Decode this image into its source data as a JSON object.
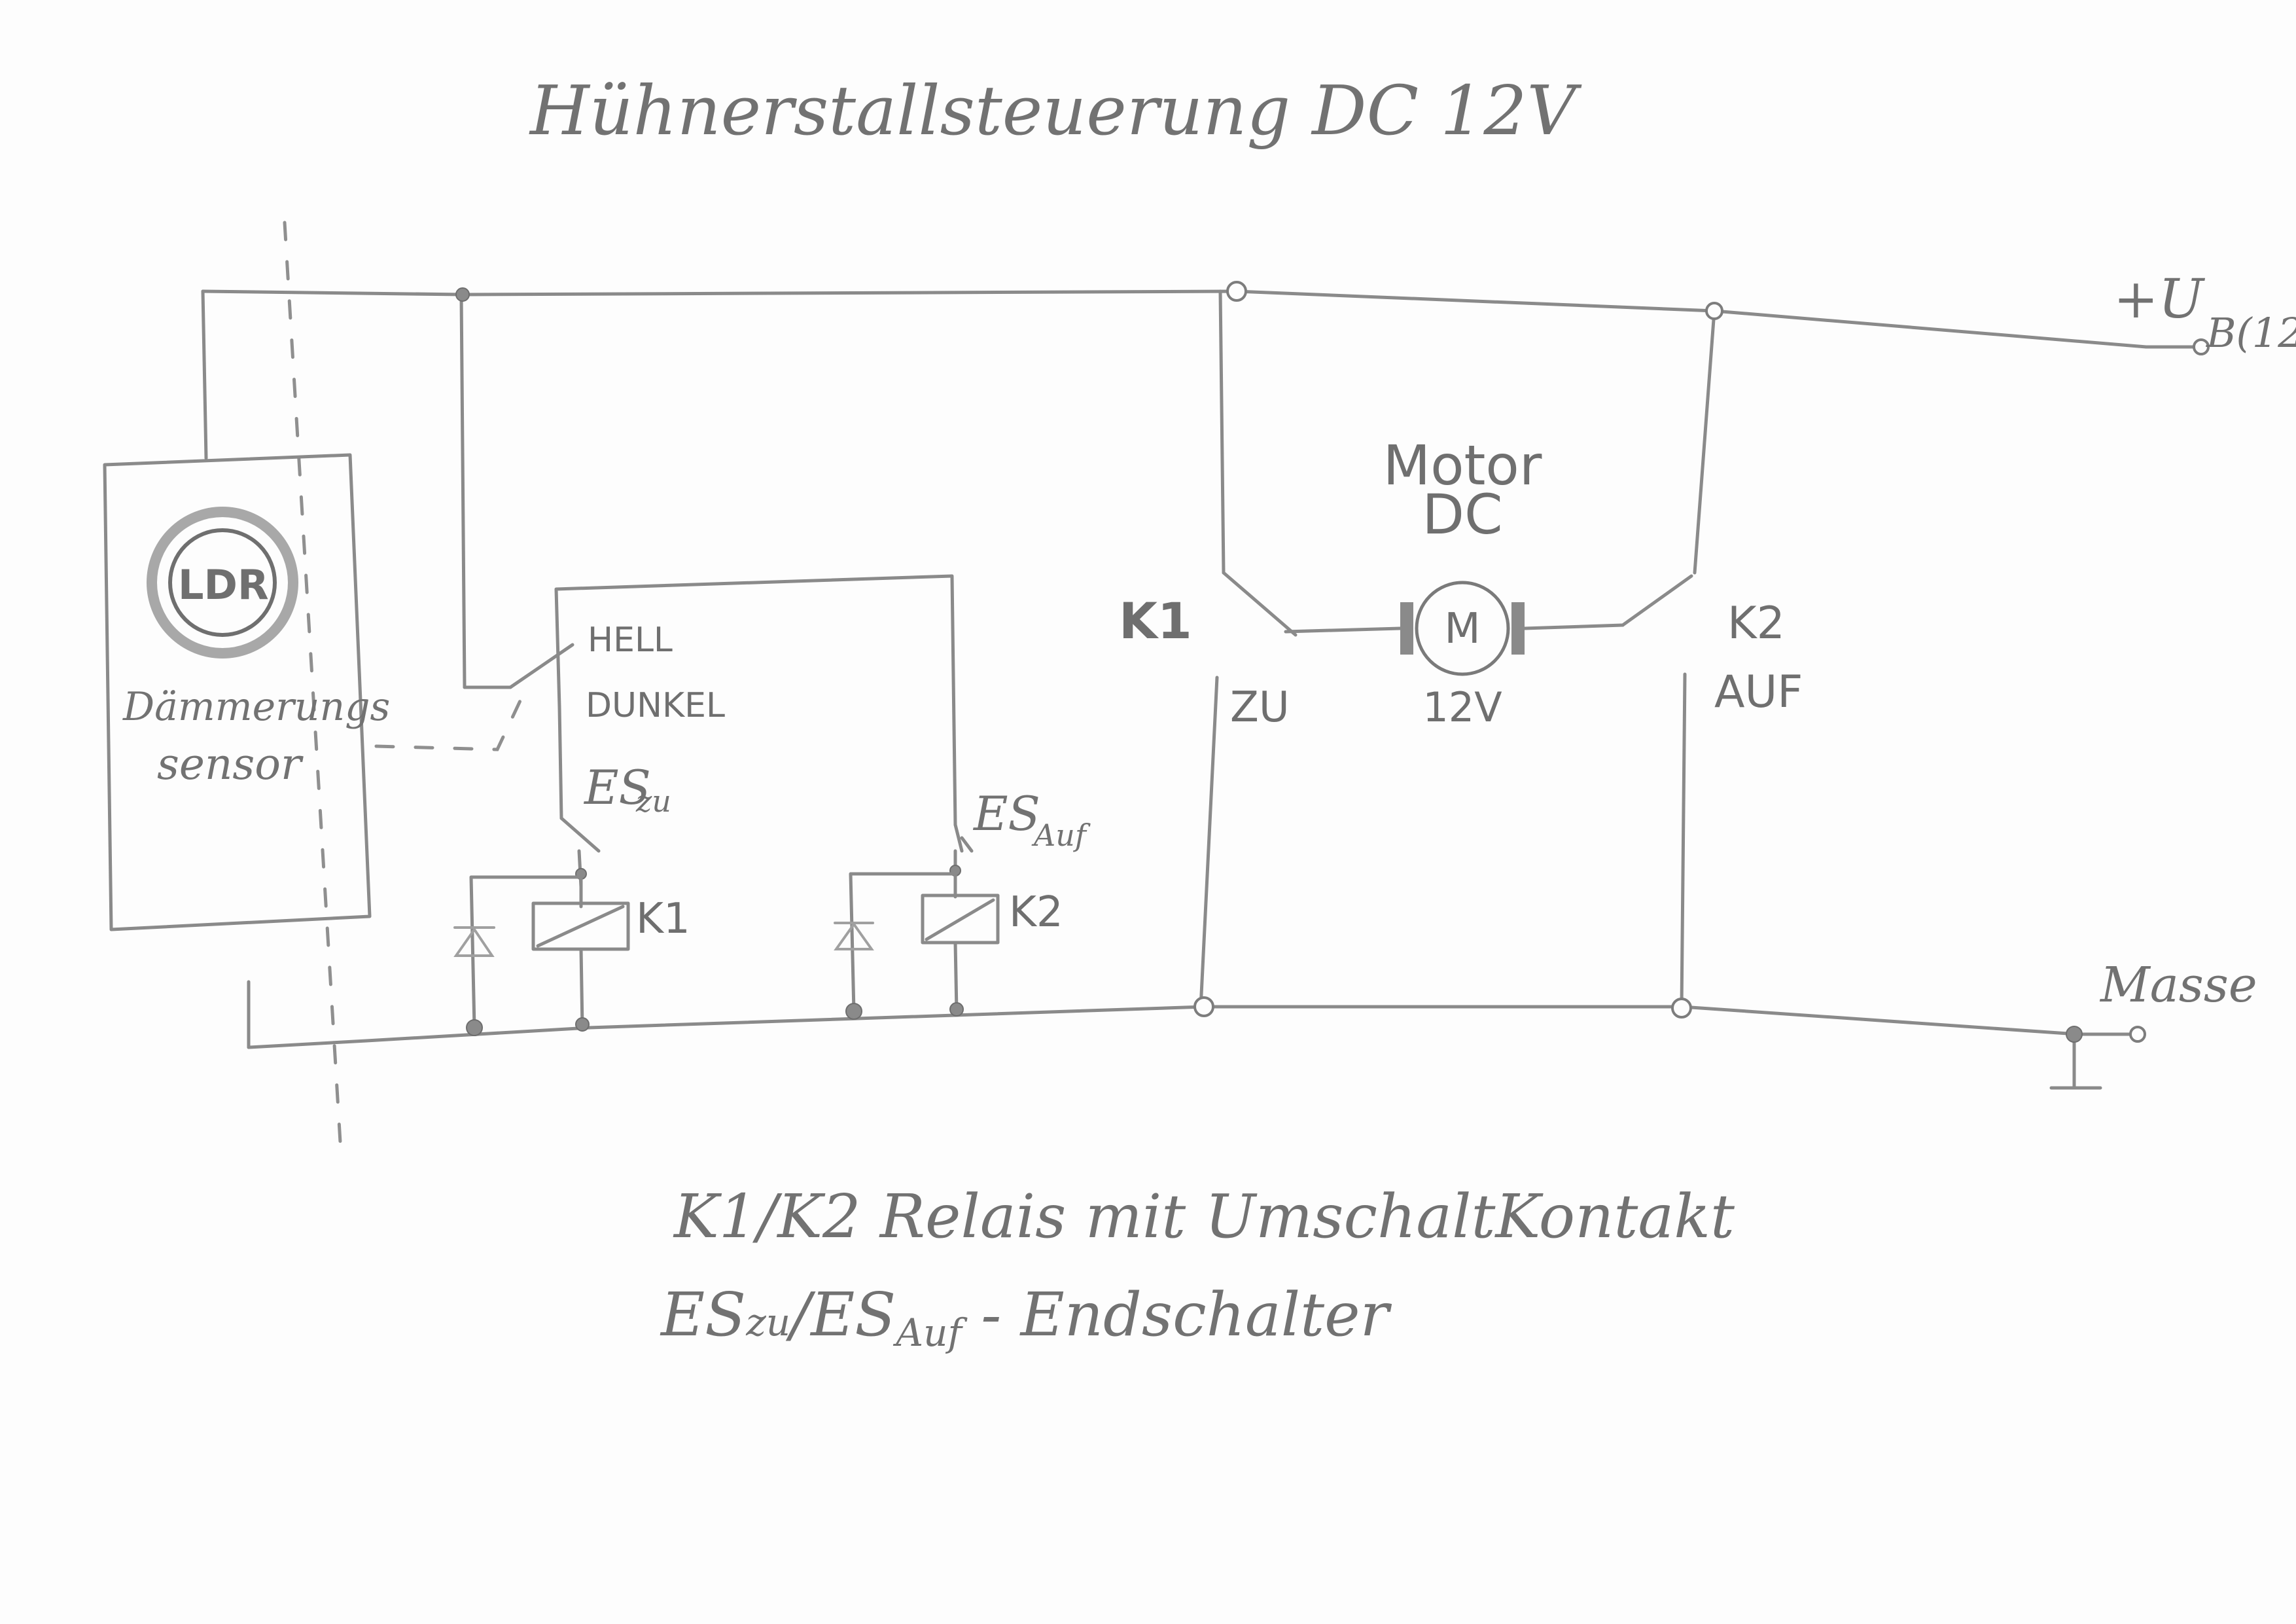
{
  "title": "Hühnerstallsteuerung DC 12V",
  "sensor": {
    "ldr": "LDR",
    "line1": "Dämmerungs",
    "line2": "sensor"
  },
  "supply": {
    "plus_prefix": "+U",
    "plus_sub": "B(12",
    "ground": "Masse"
  },
  "switch_positions": {
    "hell": "HELL",
    "dunkel": "DUNKEL"
  },
  "limit_switches": {
    "es_zu_main": "ES",
    "es_zu_sub": "zu",
    "es_auf_main": "ES",
    "es_auf_sub": "Auf"
  },
  "relays": {
    "k1": "K1",
    "k2": "K2"
  },
  "motor": {
    "line1": "Motor",
    "line2": "DC",
    "symbol": "M",
    "voltage": "12V"
  },
  "contacts": {
    "k1_label": "K1",
    "k1_dir": "ZU",
    "k2_label": "K2",
    "k2_dir": "AUF"
  },
  "notes": {
    "line1": "K1/K2 Relais mit UmschaltKontakt",
    "line2_a": "ES",
    "line2_b": "zu",
    "line2_c": "/ES",
    "line2_d": "Auf",
    "line2_e": " - Endschalter"
  }
}
